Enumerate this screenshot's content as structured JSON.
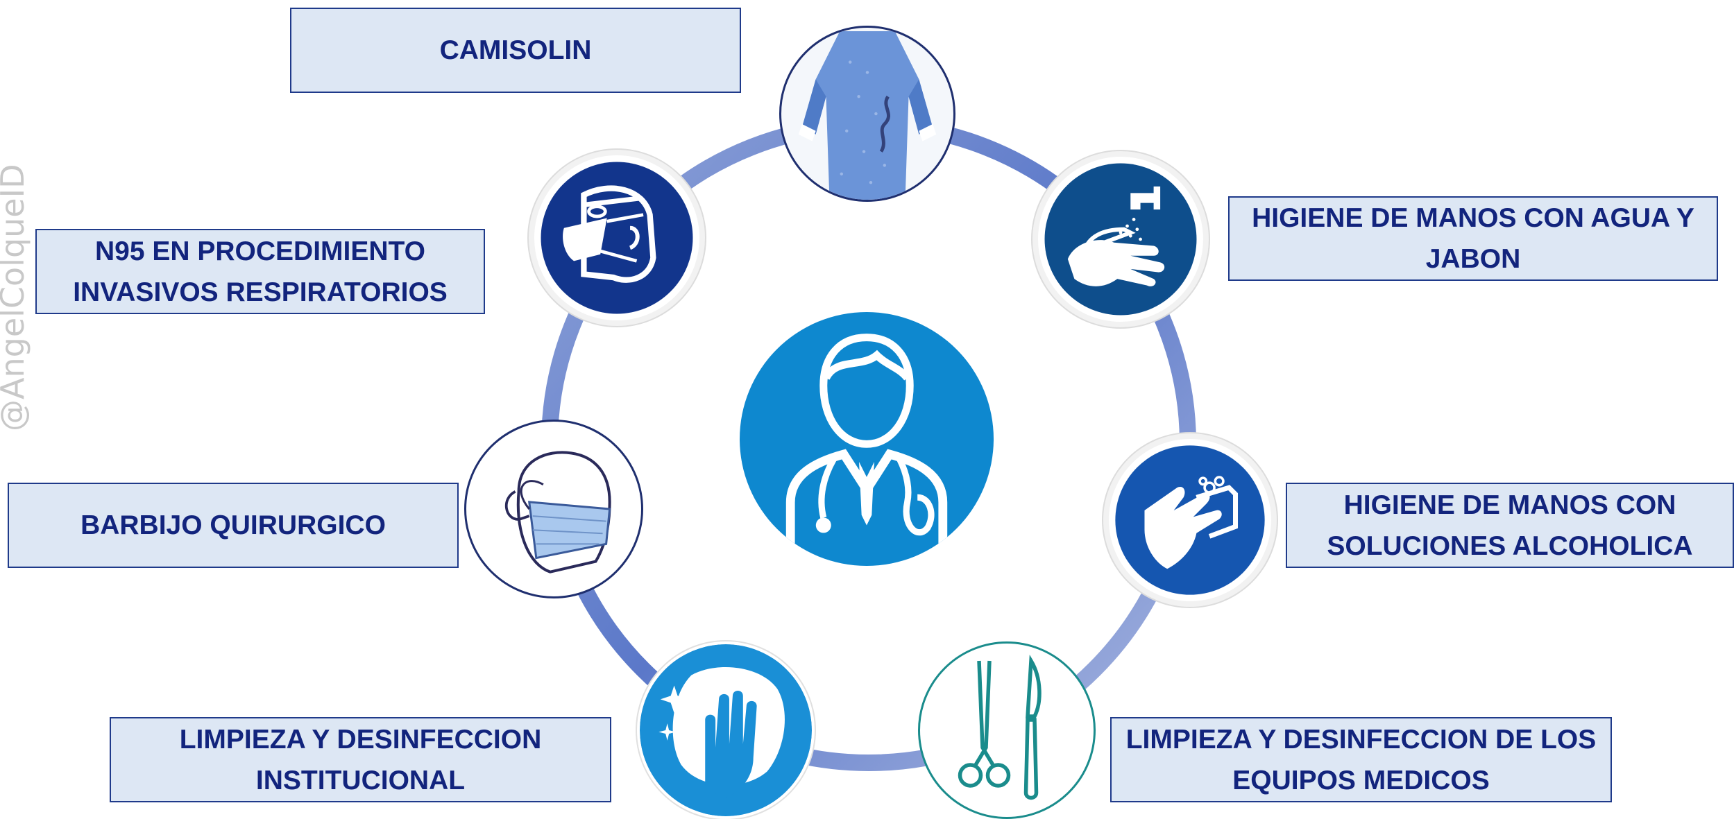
{
  "watermark": "@AngelColqueID",
  "labels": {
    "camisolin": [
      "CAMISOLIN"
    ],
    "n95": [
      "N95 EN PROCEDIMIENTO",
      "INVASIVOS RESPIRATORIOS"
    ],
    "higiene_agua": [
      "HIGIENE DE MANOS CON AGUA Y",
      "JABON"
    ],
    "barbijo": [
      "BARBIJO QUIRURGICO"
    ],
    "higiene_alcohol": [
      "HIGIENE DE MANOS CON",
      "SOLUCIONES ALCOHOLICA"
    ],
    "limpieza_institucional": [
      "LIMPIEZA Y DESINFECCION",
      "INSTITUCIONAL"
    ],
    "limpieza_equipos": [
      "LIMPIEZA Y DESINFECCION DE LOS",
      "EQUIPOS MEDICOS"
    ]
  },
  "icons": {
    "center": "doctor-icon",
    "camisolin": "surgical-gown-icon",
    "n95": "respirator-mask-icon",
    "higiene_agua": "handwash-faucet-icon",
    "barbijo": "surgical-mask-icon",
    "higiene_alcohol": "hand-sanitizer-icon",
    "limpieza_institucional": "cleaning-hand-icon",
    "limpieza_equipos": "surgical-instruments-icon"
  },
  "colors": {
    "label_fill": "#dde7f4",
    "label_border": "#1f3a8a",
    "label_text": "#12247d",
    "ring_light": "#9fb0dc",
    "ring_dark": "#4f6fc7",
    "doctor_blue": "#0e88cf",
    "sign_blue": "#1a4fa8",
    "teal": "#1a8c8c"
  }
}
